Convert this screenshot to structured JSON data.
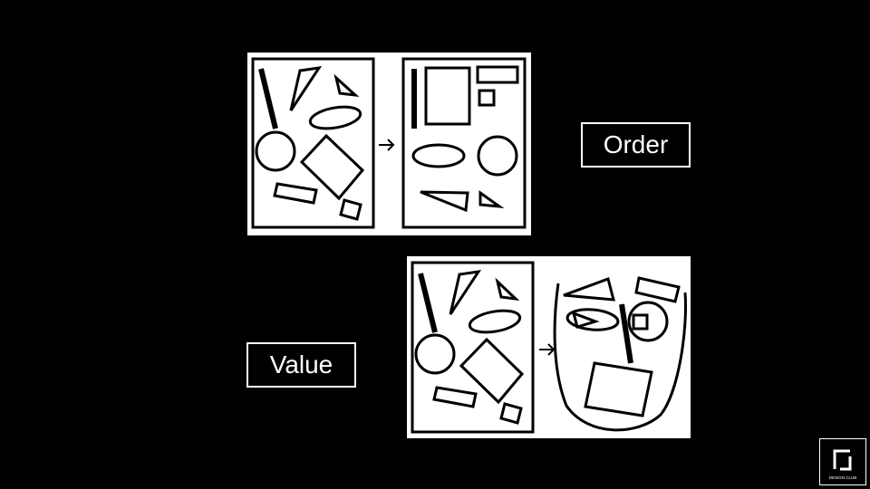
{
  "slide": {
    "background": "#000000",
    "labels": {
      "order": "Order",
      "value": "Value"
    },
    "diagrams": [
      {
        "name": "order-diagram",
        "before": "scattered-shapes",
        "after": "shapes-arranged-in-order"
      },
      {
        "name": "value-diagram",
        "before": "scattered-shapes",
        "after": "shapes-arranged-as-face"
      }
    ],
    "logo": {
      "icon": "studio-logo-icon",
      "text": "DESIGN CLUB"
    }
  }
}
